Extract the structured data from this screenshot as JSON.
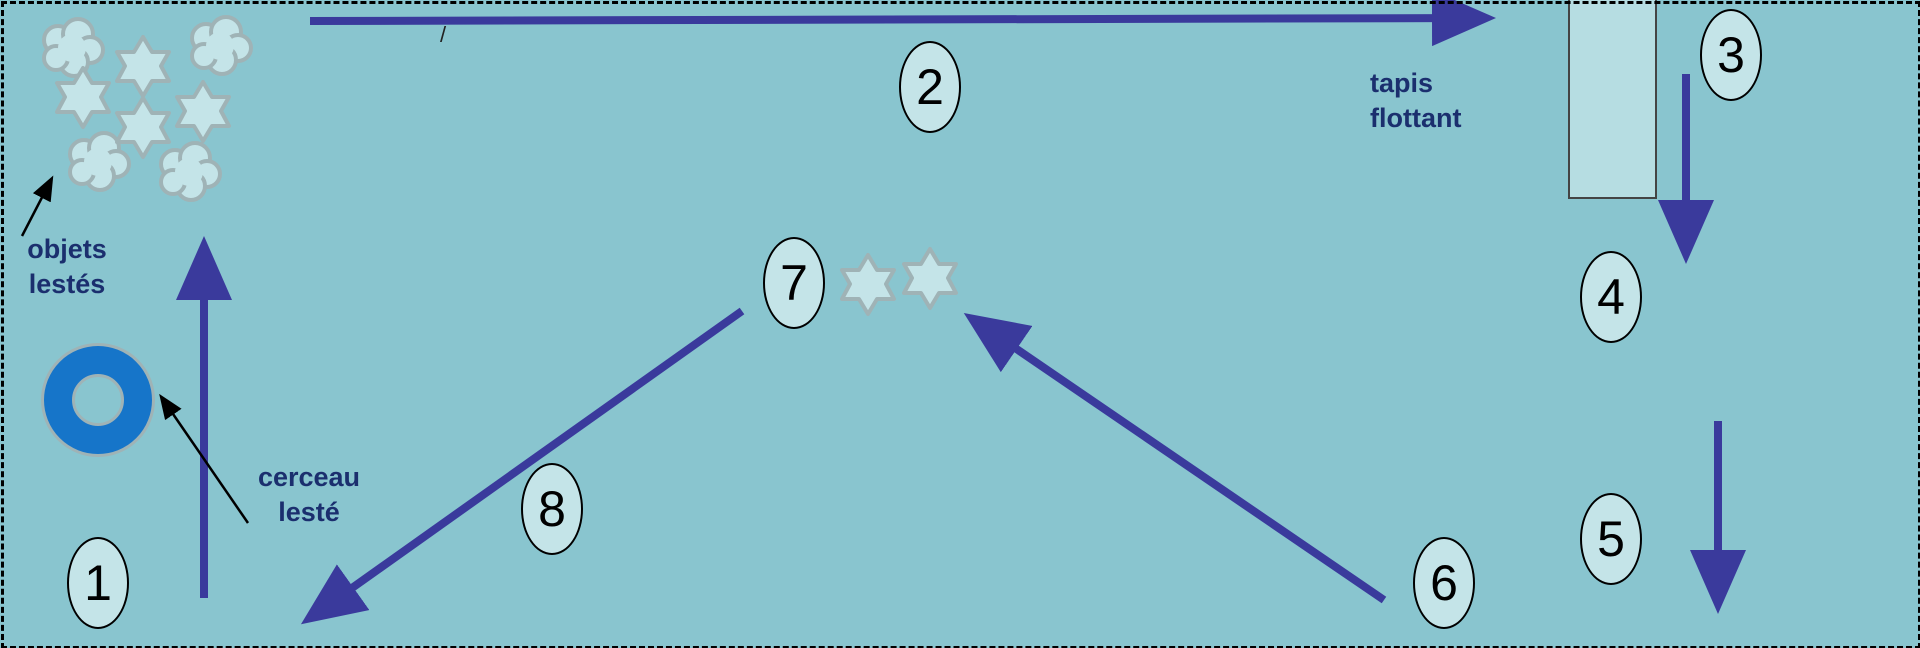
{
  "labels": {
    "weighted_objects": [
      "objets",
      "lestés"
    ],
    "weighted_hoop": [
      "cerceau",
      "lesté"
    ],
    "floating_mat": [
      "tapis",
      "flottant"
    ],
    "stray_mark": "/"
  },
  "stations": [
    "1",
    "2",
    "3",
    "4",
    "5",
    "6",
    "7",
    "8"
  ],
  "colors": {
    "water": "#89c5cf",
    "arrow": "#3a3a9c",
    "label_text": "#1b2f6e",
    "hoop_fill": "#1675c9",
    "object_fill": "#c4e4e8",
    "object_outline": "#9fb3b6",
    "mat_fill": "#b6dde2"
  },
  "icons": {
    "cloud_objects": "cloud-shape",
    "star_objects": "six-point-star",
    "hoop": "ring"
  }
}
